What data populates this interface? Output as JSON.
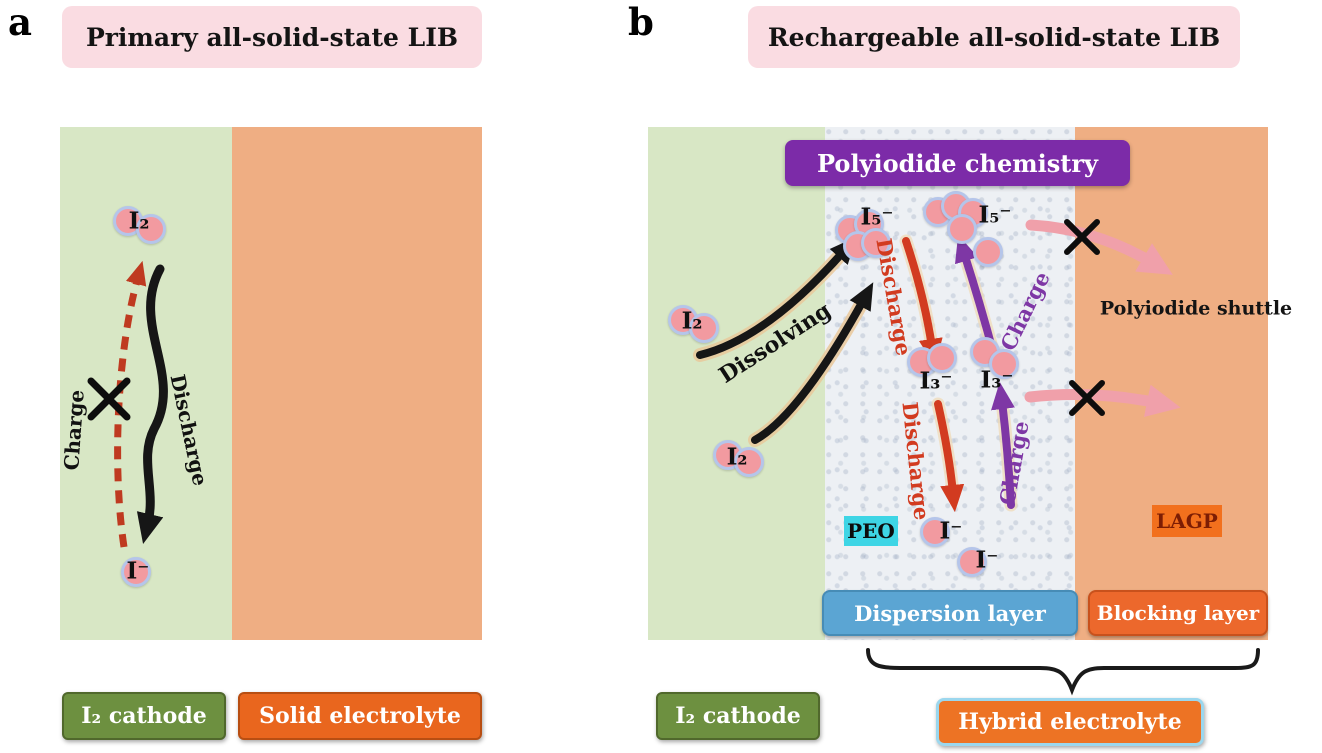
{
  "panel_a": {
    "label": "a",
    "title": "Primary all-solid-state LIB",
    "i2": "I₂",
    "i_minus": "I⁻",
    "charge": "Charge",
    "discharge": "Discharge",
    "legend_cathode": "I₂ cathode",
    "legend_electrolyte": "Solid electrolyte"
  },
  "panel_b": {
    "label": "b",
    "title": "Rechargeable all-solid-state LIB",
    "banner": "Polyiodide chemistry",
    "i2_1": "I₂",
    "i2_2": "I₂",
    "i5_1": "I₅⁻",
    "i5_2": "I₅⁻",
    "i3_1": "I₃⁻",
    "i3_2": "I₃⁻",
    "i_minus_1": "I⁻",
    "i_minus_2": "I⁻",
    "dissolving": "Dissolving",
    "discharge_1": "Discharge",
    "discharge_2": "Discharge",
    "charge_1": "Charge",
    "charge_2": "Charge",
    "shuttle": "Polyiodide shuttle",
    "peo": "PEO",
    "lagp": "LAGP",
    "dispersion": "Dispersion layer",
    "blocking": "Blocking layer",
    "hybrid": "Hybrid electrolyte",
    "legend_cathode": "I₂ cathode"
  },
  "colors": {
    "title_bg": "#fadce2",
    "cathode_layer_green": "#d8e7c5",
    "electrolyte_layer_orange": "#efae83",
    "peo_layer": "#edf0f4",
    "banner_purple": "#7c2ba8",
    "legend_green": "#6d9040",
    "legend_orange": "#e9661e",
    "dispersion_blue": "#5ba5d3",
    "blocking_orange": "#ec682c",
    "hybrid_orange": "#ed7324",
    "hybrid_border_blue": "#9bd7ee",
    "peo_chip_cyan": "#3ed5e5",
    "lagp_chip_orange": "#f2701d",
    "ion_fill": "#f29aa0",
    "ion_stroke": "#b5c5ea",
    "discharge_red": "#d23b20",
    "charge_dashed_red": "#bf3a20",
    "charge_purple": "#7e37a5",
    "shuttle_pink": "#f0a0aa",
    "arrow_black": "#161616"
  }
}
